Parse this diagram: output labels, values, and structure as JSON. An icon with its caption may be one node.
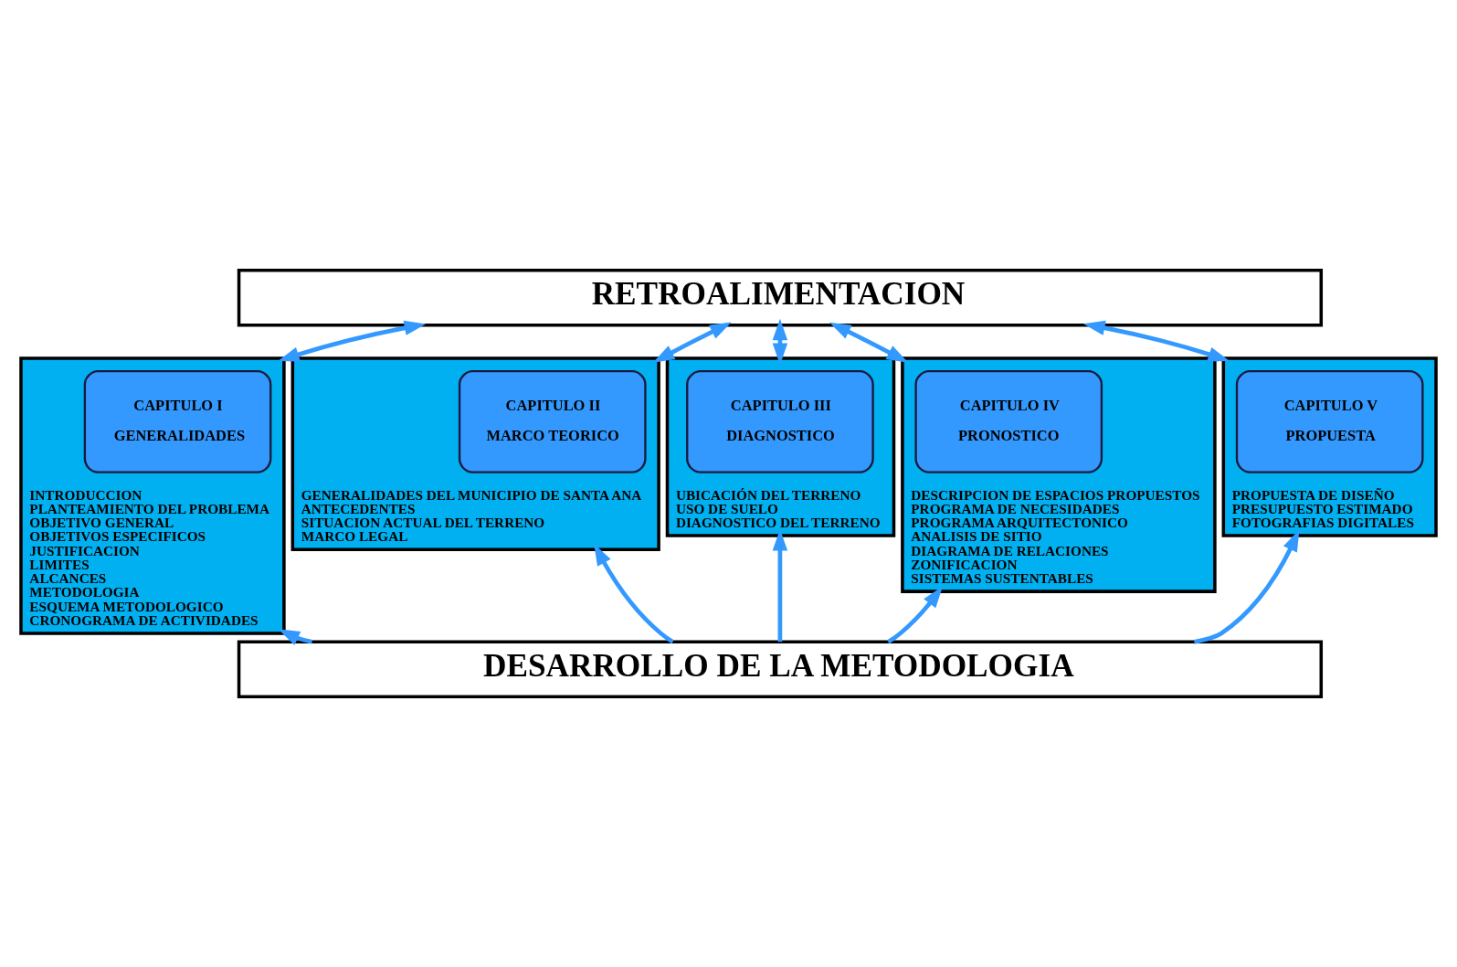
{
  "diagram": {
    "nodes": [
      {
        "text": [
          "RETROALIMENTACION"
        ]
      },
      {
        "text": [
          "INTRODUCCION",
          "PLANTEAMIENTO DEL PROBLEMA",
          "OBJETIVO GENERAL",
          "OBJETIVOS ESPECIFICOS",
          "JUSTIFICACION",
          "LIMITES",
          "ALCANCES",
          "METODOLOGIA",
          "ESQUEMA METODOLOGICO",
          "CRONOGRAMA DE ACTIVIDADES"
        ]
      },
      {
        "text": [
          "CAPITULO I",
          "GENERALIDADES"
        ],
        "in": 1
      },
      {
        "text": [
          "GENERALIDADES DEL MUNICIPIO DE SANTA ANA",
          "ANTECEDENTES",
          "SITUACION ACTUAL DEL TERRENO",
          "MARCO LEGAL"
        ]
      },
      {
        "text": [
          "CAPITULO II",
          "MARCO TEORICO"
        ],
        "in": 3
      },
      {
        "text": [
          "UBICACIÓN DEL TERRENO",
          "USO DE SUELO",
          "DIAGNOSTICO DEL TERRENO"
        ]
      },
      {
        "text": [
          "CAPITULO III",
          "DIAGNOSTICO"
        ],
        "in": 5
      },
      {
        "text": [
          "DESCRIPCION DE ESPACIOS PROPUESTOS",
          "PROGRAMA DE NECESIDADES",
          "PROGRAMA ARQUITECTONICO",
          "ANALISIS DE SITIO",
          "DIAGRAMA DE RELACIONES",
          "ZONIFICACION",
          "SISTEMAS SUSTENTABLES"
        ]
      },
      {
        "text": [
          "CAPITULO IV",
          "PRONOSTICO"
        ],
        "in": 7
      },
      {
        "text": [
          "PROPUESTA DE DISEÑO",
          "PRESUPUESTO ESTIMADO",
          "FOTOGRAFIAS DIGITALES"
        ]
      },
      {
        "text": [
          "CAPITULO V",
          "PROPUESTA"
        ],
        "in": 9
      },
      {
        "text": [
          "DESARROLLO DE LA METODOLOGIA"
        ]
      }
    ],
    "edges": [
      {
        "from": 0,
        "to": 1,
        "arrow": "both"
      },
      {
        "from": 0,
        "to": 3,
        "arrow": "both"
      },
      {
        "from": 0,
        "to": 5,
        "arrow": "both"
      },
      {
        "from": 0,
        "to": 7,
        "arrow": "both"
      },
      {
        "from": 0,
        "to": 9,
        "arrow": "both"
      },
      {
        "from": 11,
        "to": 1,
        "arrow": "to"
      },
      {
        "from": 11,
        "to": 3,
        "arrow": "to"
      },
      {
        "from": 11,
        "to": 5,
        "arrow": "to"
      },
      {
        "from": 11,
        "to": 7,
        "arrow": "to"
      },
      {
        "from": 11,
        "to": 9,
        "arrow": "to"
      }
    ]
  }
}
